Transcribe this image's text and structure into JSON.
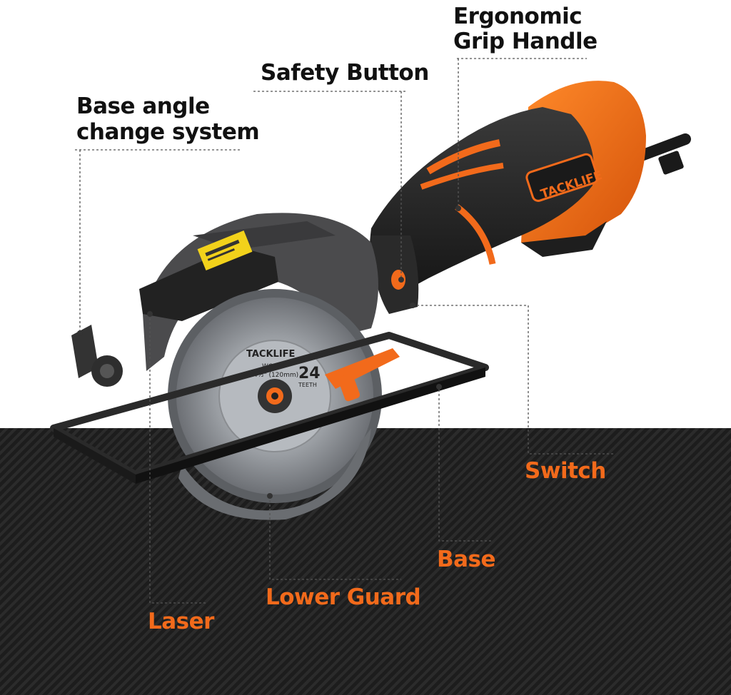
{
  "brand": {
    "name": "TACKLIFE"
  },
  "blade_text": {
    "material": "WOOD",
    "size": "4½\" (120mm)",
    "teeth_count": "24",
    "teeth_word": "TEETH"
  },
  "callouts": {
    "grip_line1": "Ergonomic",
    "grip_line2": "Grip Handle",
    "safety": "Safety Button",
    "base_angle_line1": "Base angle",
    "base_angle_line2": "change system",
    "switch": "Switch",
    "base": "Base",
    "lower_guard": "Lower Guard",
    "laser": "Laser"
  },
  "colors": {
    "accent_orange": "#f26a1b",
    "label_dark": "#111111",
    "body_black": "#1f1f1f",
    "blade_grey": "#8a8d91"
  }
}
